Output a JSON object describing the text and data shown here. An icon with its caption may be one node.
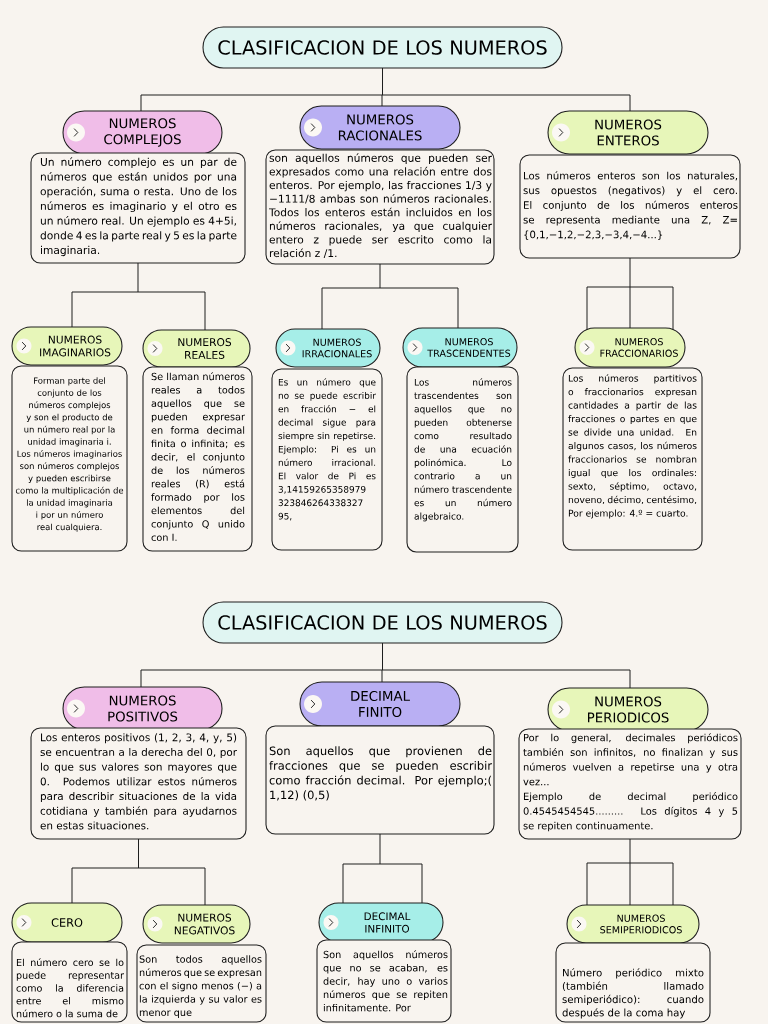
{
  "diagram": {
    "nodes": [
      {
        "text": [
          "CLASIFICACION DE LOS NUMEROS"
        ]
      },
      {
        "text": [
          "NUMEROS COMPLEJOS"
        ]
      },
      {
        "text": [
          "Un número complejo es un par de números que están unidos por una operación, suma o resta. Uno de los números es imaginario y el otro es un número real. Un ejemplo es 4+5i, donde 4 es la parte real y 5 es la parte imaginaria."
        ]
      },
      {
        "text": [
          "NUMEROS RACIONALES"
        ]
      },
      {
        "text": [
          "son aquellos números que pueden ser expresados como una relación entre dos enteros. Por ejemplo, las fracciones 1/3 y −1111/8 ambas son números racionales. Todos los enteros están incluidos en los números racionales, ya que cualquier entero z puede ser escrito como la relación z /1."
        ]
      },
      {
        "text": [
          "NUMEROS ENTEROS"
        ]
      },
      {
        "text": [
          "Los números enteros son los naturales, sus opuestos (negativos) y el cero. El conjunto de los números enteros se representa mediante una Z, Z= {0,1,−1,2,−2,3,−3,4,−4...}"
        ]
      },
      {
        "text": [
          "NUMEROS IMAGINARIOS"
        ]
      },
      {
        "text": [
          "Forman parte del conjunto de los números complejos y son el producto de un número real por la unidad imaginaria i.",
          "Los números imaginarios son números complejos y pueden escribirse como la multiplicación de la unidad imaginaria i por un número real cualquiera."
        ]
      },
      {
        "text": [
          "NUMEROS REALES"
        ]
      },
      {
        "text": [
          "Se llaman números reales a todos aquellos que se pueden expresar en forma decimal finita o infinita; es decir, el conjunto de los números reales (R) está formado por los elementos del conjunto Q unido con I."
        ]
      },
      {
        "text": [
          "NUMEROS IRRACIONALES"
        ]
      },
      {
        "text": [
          "Es un número que no se puede escribir en fracción − el decimal sigue para siempre sin repetirse. Ejemplo: Pi es un número irracional. El valor de Pi es 3,14159265358979 323846264338327 95,"
        ]
      },
      {
        "text": [
          "NUMEROS TRASCENDENTES"
        ]
      },
      {
        "text": [
          "Los números trascendentes son aquellos que no pueden obtenerse como resultado de una ecuación polinómica. Lo contrario a un número trascendente es un número algebraico."
        ]
      },
      {
        "text": [
          "NUMEROS FRACCIONARIOS"
        ]
      },
      {
        "text": [
          "Los números partitivos o fraccionarios expresan cantidades a partir de las fracciones o partes en que se divide una unidad. En algunos casos, los números fraccionarios se nombran igual que los ordinales: sexto, séptimo, octavo, noveno, décimo, centésimo, Por ejemplo: 4.º = cuarto."
        ]
      },
      {
        "text": [
          "CLASIFICACION DE LOS NUMEROS"
        ]
      },
      {
        "text": [
          "NUMEROS POSITIVOS"
        ]
      },
      {
        "text": [
          "Los enteros positivos (1, 2, 3, 4, y, 5) se encuentran a la derecha del 0, por lo que sus valores son mayores que 0. Podemos utilizar estos números para describir situaciones de la vida cotidiana y también para ayudarnos en estas situaciones."
        ]
      },
      {
        "text": [
          "DECIMAL FINITO"
        ]
      },
      {
        "text": [
          "Son aquellos que provienen de fracciones que se pueden escribir como fracción decimal. Por ejemplo;( 1,12) (0,5)"
        ]
      },
      {
        "text": [
          "NUMEROS PERIODICOS"
        ]
      },
      {
        "text": [
          "Por lo general, decimales periódicos también son infinitos, no finalizan y sus números vuelven a repetirse una y otra vez...",
          "Ejemplo de decimal periódico 0.4545454545......... Los dígitos 4 y 5 se repiten continuamente."
        ]
      },
      {
        "text": [
          "CERO"
        ]
      },
      {
        "text": [
          "El número cero se lo puede representar como la diferencia entre el mismo número o la suma de"
        ]
      },
      {
        "text": [
          "NUMEROS NEGATIVOS"
        ]
      },
      {
        "text": [
          "Son todos aquellos números que se expresan con el signo menos (−) a la izquierda y su valor es menor que"
        ]
      },
      {
        "text": [
          "DECIMAL INFINITO"
        ]
      },
      {
        "text": [
          "Son aquellos números que no se acaban, es decir, hay uno o varios números que se repiten infinitamente. Por"
        ]
      },
      {
        "text": [
          "NUMEROS SEMIPERIODICOS"
        ]
      },
      {
        "text": [
          "Número periódico mixto (también llamado semiperiódico): cuando después de la coma hay"
        ]
      }
    ],
    "edges": [
      {
        "from": 0,
        "to": 1,
        "arrow": "none"
      },
      {
        "from": 0,
        "to": 3,
        "arrow": "none"
      },
      {
        "from": 0,
        "to": 5,
        "arrow": "none"
      },
      {
        "from": 2,
        "to": 7,
        "arrow": "none"
      },
      {
        "from": 2,
        "to": 9,
        "arrow": "none"
      },
      {
        "from": 4,
        "to": 11,
        "arrow": "none"
      },
      {
        "from": 4,
        "to": 13,
        "arrow": "none"
      },
      {
        "from": 6,
        "to": 15,
        "arrow": "none"
      },
      {
        "from": 17,
        "to": 18,
        "arrow": "none"
      },
      {
        "from": 17,
        "to": 20,
        "arrow": "none"
      },
      {
        "from": 17,
        "to": 22,
        "arrow": "none"
      },
      {
        "from": 19,
        "to": 24,
        "arrow": "none"
      },
      {
        "from": 19,
        "to": 26,
        "arrow": "none"
      },
      {
        "from": 21,
        "to": 28,
        "arrow": "none"
      },
      {
        "from": 23,
        "to": 30,
        "arrow": "none"
      }
    ]
  }
}
